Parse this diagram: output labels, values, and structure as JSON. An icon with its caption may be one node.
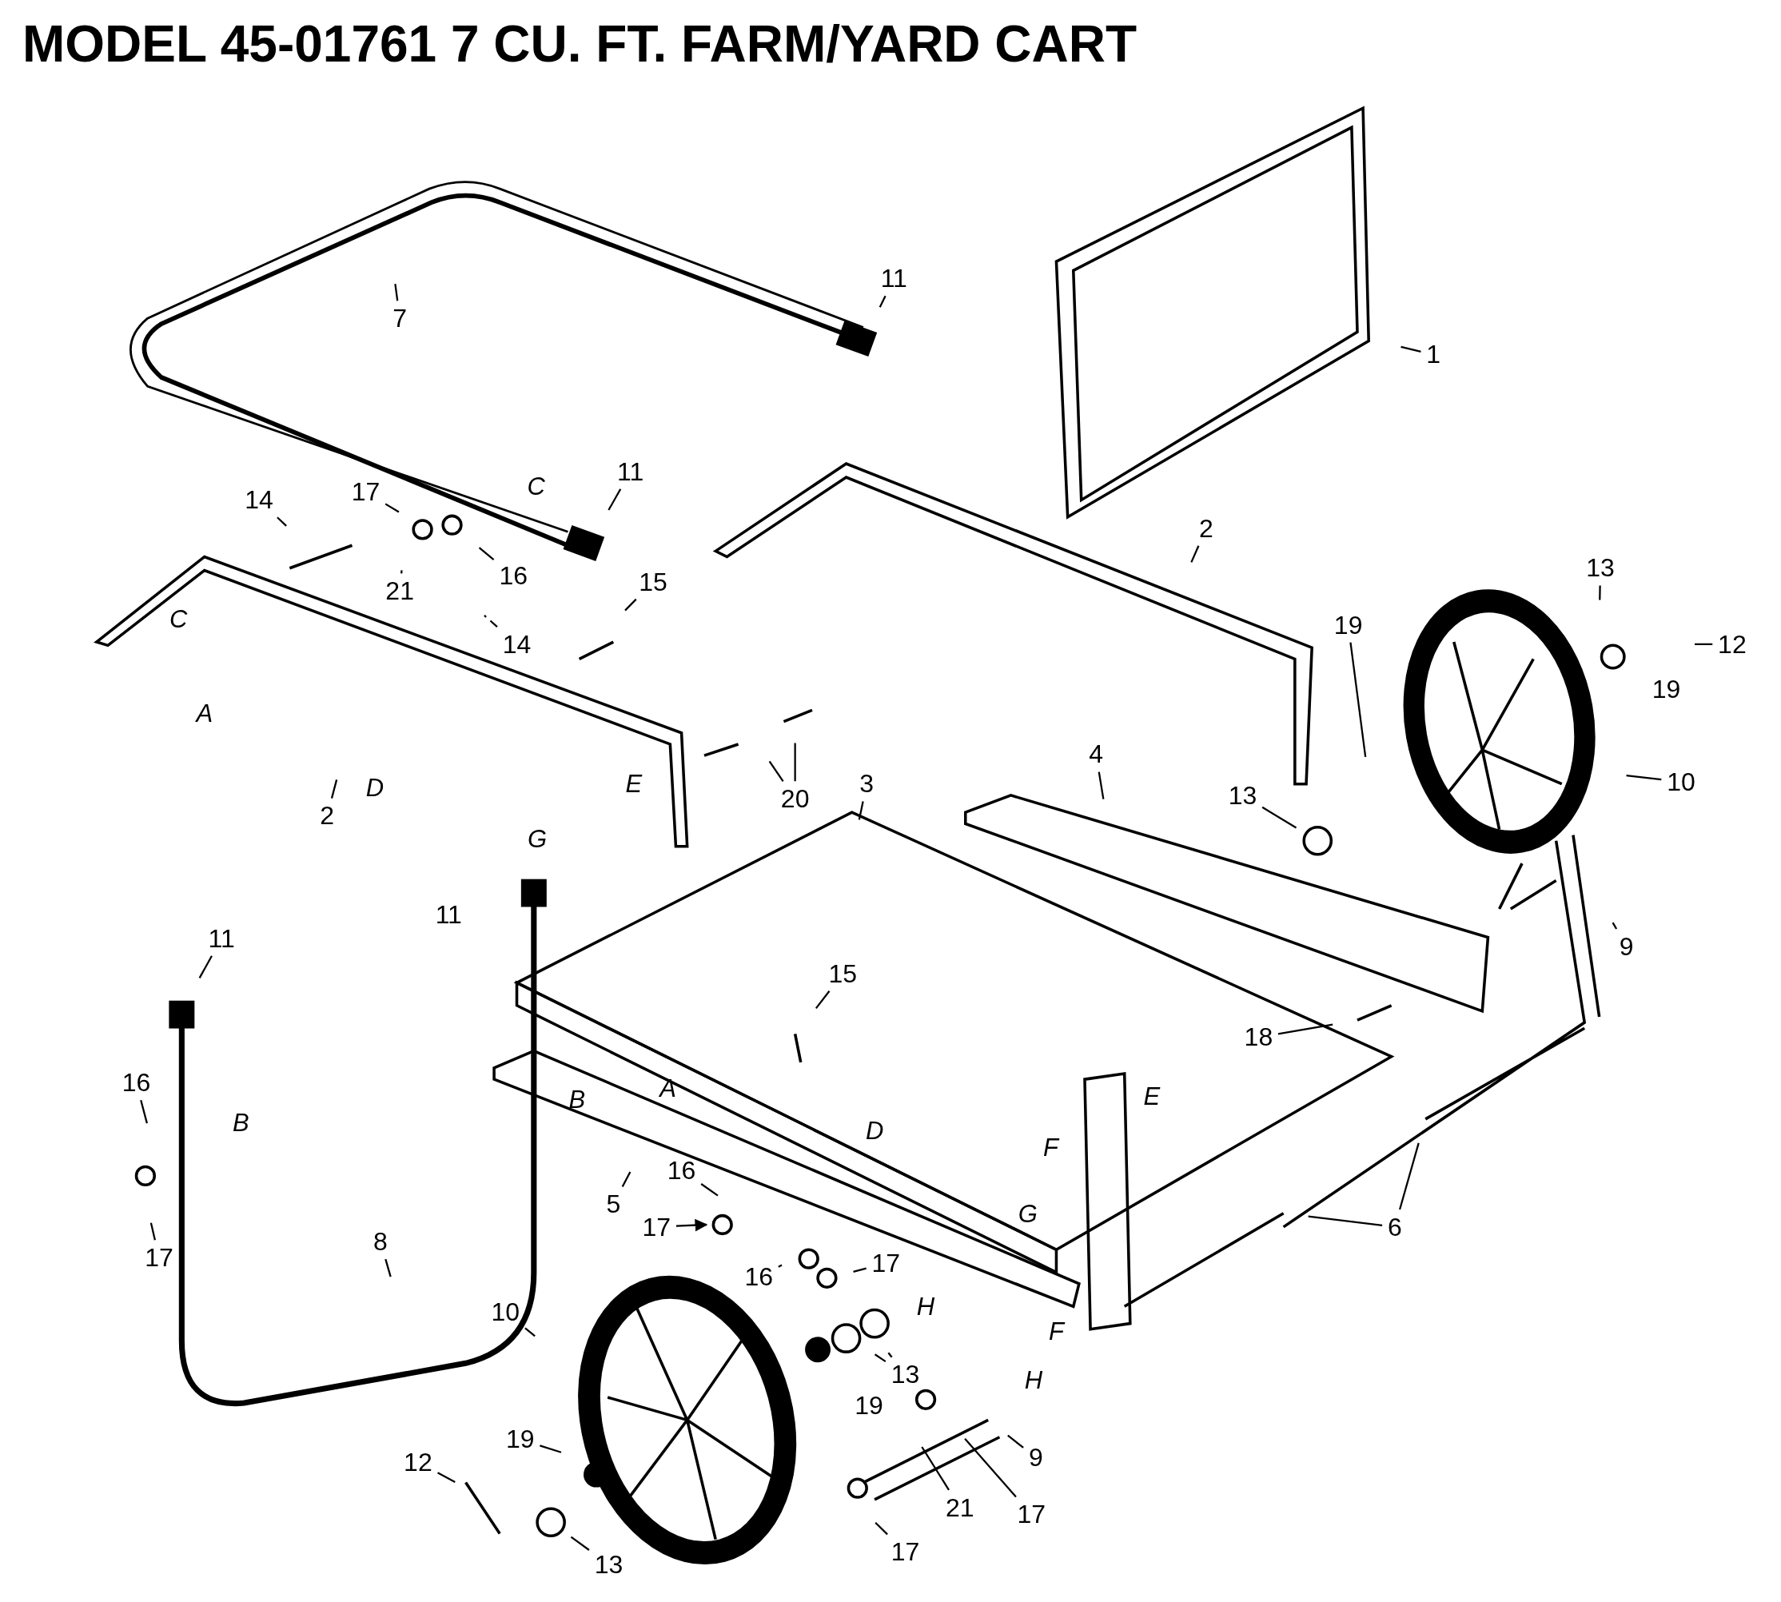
{
  "diagram": {
    "title": "MODEL 45-01761 7 CU. FT. FARM/YARD CART",
    "nodes": [
      {
        "text": [
          "11"
        ]
      },
      {
        "text": [
          "7"
        ]
      },
      {
        "text": [
          "1"
        ]
      },
      {
        "text": [
          "11"
        ]
      },
      {
        "text": [
          "14"
        ]
      },
      {
        "text": [
          "17"
        ]
      },
      {
        "text": [
          "21"
        ]
      },
      {
        "text": [
          "16"
        ]
      },
      {
        "text": [
          "14"
        ]
      },
      {
        "text": [
          "15"
        ]
      },
      {
        "text": [
          "2"
        ]
      },
      {
        "text": [
          "13"
        ]
      },
      {
        "text": [
          "19"
        ]
      },
      {
        "text": [
          "12"
        ]
      },
      {
        "text": [
          "2"
        ]
      },
      {
        "text": [
          "20"
        ]
      },
      {
        "text": [
          "3"
        ]
      },
      {
        "text": [
          "4"
        ]
      },
      {
        "text": [
          "13"
        ]
      },
      {
        "text": [
          "10"
        ]
      },
      {
        "text": [
          "9"
        ]
      },
      {
        "text": [
          "11"
        ]
      },
      {
        "text": [
          "15"
        ]
      },
      {
        "text": [
          "18"
        ]
      },
      {
        "text": [
          "16"
        ]
      },
      {
        "text": [
          "6"
        ]
      },
      {
        "text": [
          "16"
        ]
      },
      {
        "text": [
          "5"
        ]
      },
      {
        "text": [
          "17"
        ]
      },
      {
        "text": [
          "17"
        ]
      },
      {
        "text": [
          "8"
        ]
      },
      {
        "text": [
          "16"
        ]
      },
      {
        "text": [
          "17"
        ]
      },
      {
        "text": [
          "10"
        ]
      },
      {
        "text": [
          "13"
        ]
      },
      {
        "text": [
          "9"
        ]
      },
      {
        "text": [
          "19"
        ]
      },
      {
        "text": [
          "12"
        ]
      },
      {
        "text": [
          "21"
        ]
      },
      {
        "text": [
          "17"
        ]
      },
      {
        "text": [
          "17"
        ]
      },
      {
        "text": [
          "13"
        ]
      }
    ],
    "edges": [
      {
        "from": 0,
        "to": null,
        "arrow": "none"
      },
      {
        "from": 1,
        "to": null,
        "arrow": "none"
      },
      {
        "from": 2,
        "to": null,
        "arrow": "none"
      },
      {
        "from": 3,
        "to": null,
        "arrow": "none"
      },
      {
        "from": 4,
        "to": null,
        "arrow": "none"
      },
      {
        "from": 5,
        "to": null,
        "arrow": "none"
      },
      {
        "from": 6,
        "to": null,
        "arrow": "none"
      },
      {
        "from": 7,
        "to": null,
        "arrow": "none"
      },
      {
        "from": 8,
        "to": null,
        "arrow": "none",
        "style": "dashed"
      },
      {
        "from": 9,
        "to": null,
        "arrow": "none"
      },
      {
        "from": 10,
        "to": null,
        "arrow": "none"
      },
      {
        "from": 11,
        "to": null,
        "arrow": "none"
      },
      {
        "from": 12,
        "to": null,
        "arrow": "none"
      },
      {
        "from": 13,
        "to": null,
        "arrow": "none"
      },
      {
        "from": 14,
        "to": null,
        "arrow": "none"
      },
      {
        "from": 15,
        "to": null,
        "arrow": "none"
      },
      {
        "from": 15,
        "to": null,
        "arrow": "none"
      },
      {
        "from": 16,
        "to": null,
        "arrow": "none"
      },
      {
        "from": 17,
        "to": null,
        "arrow": "none"
      },
      {
        "from": 18,
        "to": null,
        "arrow": "none"
      },
      {
        "from": 19,
        "to": null,
        "arrow": "none"
      },
      {
        "from": 20,
        "to": null,
        "arrow": "none"
      },
      {
        "from": 21,
        "to": null,
        "arrow": "none"
      },
      {
        "from": 22,
        "to": null,
        "arrow": "none"
      },
      {
        "from": 23,
        "to": null,
        "arrow": "none"
      },
      {
        "from": 24,
        "to": null,
        "arrow": "none"
      },
      {
        "from": 25,
        "to": null,
        "arrow": "none"
      },
      {
        "from": 25,
        "to": null,
        "arrow": "none"
      },
      {
        "from": 26,
        "to": null,
        "arrow": "none"
      },
      {
        "from": 27,
        "to": null,
        "arrow": "none"
      },
      {
        "from": 28,
        "to": null,
        "arrow": "to"
      },
      {
        "from": 29,
        "to": null,
        "arrow": "none"
      },
      {
        "from": 30,
        "to": null,
        "arrow": "none"
      },
      {
        "from": 31,
        "to": null,
        "arrow": "none"
      },
      {
        "from": 32,
        "to": null,
        "arrow": "none"
      },
      {
        "from": 33,
        "to": null,
        "arrow": "none"
      },
      {
        "from": 34,
        "to": null,
        "arrow": "none"
      },
      {
        "from": 34,
        "to": null,
        "arrow": "none"
      },
      {
        "from": 35,
        "to": null,
        "arrow": "none"
      },
      {
        "from": 36,
        "to": null,
        "arrow": "none"
      },
      {
        "from": 37,
        "to": null,
        "arrow": "none"
      },
      {
        "from": 38,
        "to": null,
        "arrow": "none"
      },
      {
        "from": 39,
        "to": null,
        "arrow": "none"
      },
      {
        "from": 40,
        "to": null,
        "arrow": "none"
      },
      {
        "from": 41,
        "to": null,
        "arrow": "none"
      }
    ],
    "labels": [
      "C",
      "C",
      "A",
      "D",
      "E",
      "G",
      "19",
      "11",
      "A",
      "B",
      "B",
      "E",
      "F",
      "D",
      "G",
      "H",
      "19",
      "F",
      "H"
    ]
  }
}
